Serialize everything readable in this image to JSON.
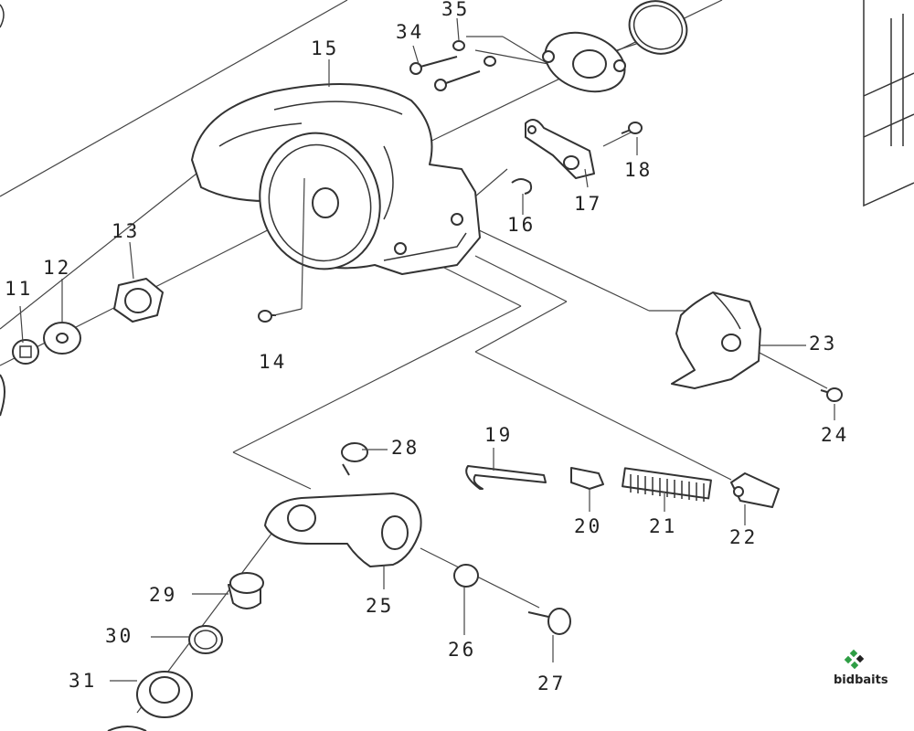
{
  "part_labels": [
    "34",
    "35",
    "15",
    "18",
    "17",
    "16",
    "13",
    "12",
    "11",
    "14",
    "23",
    "24",
    "28",
    "19",
    "20",
    "21",
    "22",
    "25",
    "29",
    "30",
    "31",
    "26",
    "27"
  ],
  "watermark": {
    "text": "bidbaits",
    "icon": "bidbaits-logo-icon",
    "colors": [
      "#2e9e44",
      "#222222"
    ]
  },
  "colors": {
    "line": "#333333",
    "background": "#ffffff"
  }
}
